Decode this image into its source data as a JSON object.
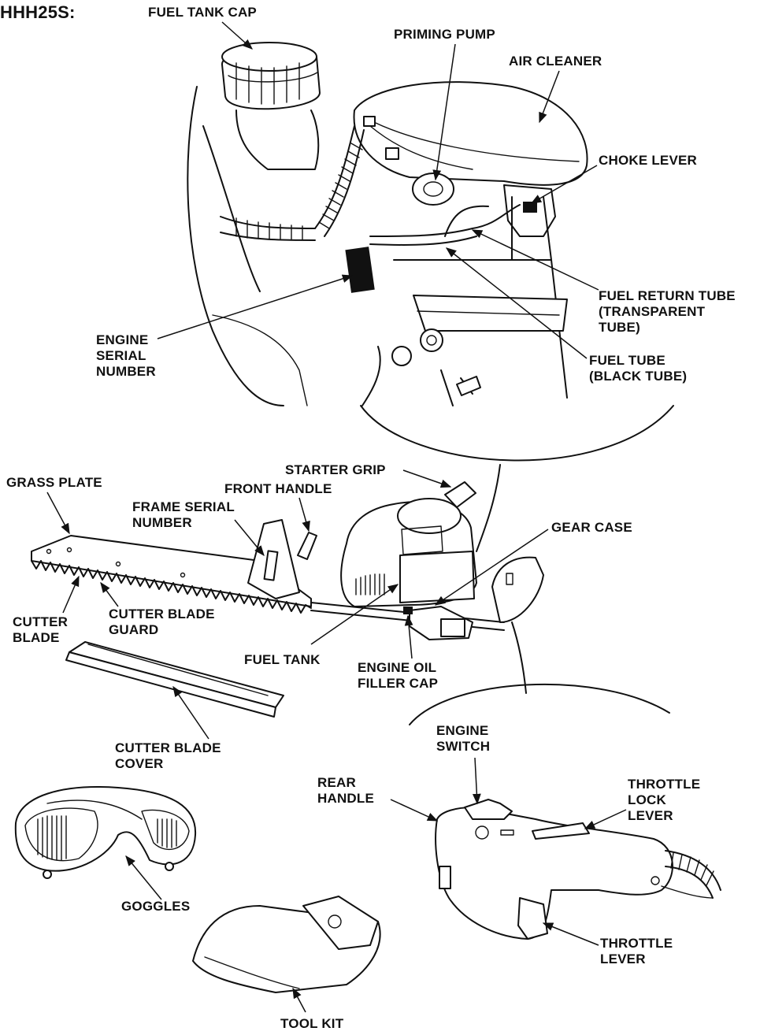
{
  "model": "HHH25S:",
  "labels": {
    "fuel_tank_cap": "FUEL TANK CAP",
    "priming_pump": "PRIMING PUMP",
    "air_cleaner": "AIR CLEANER",
    "choke_lever": "CHOKE LEVER",
    "fuel_return_tube": "FUEL RETURN TUBE\n(TRANSPARENT\nTUBE)",
    "engine_serial_number": "ENGINE\nSERIAL\nNUMBER",
    "fuel_tube": "FUEL TUBE\n(BLACK TUBE)",
    "starter_grip": "STARTER GRIP",
    "grass_plate": "GRASS PLATE",
    "front_handle": "FRONT HANDLE",
    "frame_serial_number": "FRAME SERIAL\nNUMBER",
    "gear_case": "GEAR CASE",
    "cutter_blade": "CUTTER\nBLADE",
    "cutter_blade_guard": "CUTTER BLADE\nGUARD",
    "fuel_tank": "FUEL TANK",
    "engine_oil_filler_cap": "ENGINE OIL\nFILLER CAP",
    "cutter_blade_cover": "CUTTER BLADE\nCOVER",
    "engine_switch": "ENGINE\nSWITCH",
    "rear_handle": "REAR\nHANDLE",
    "throttle_lock_lever": "THROTTLE\nLOCK\nLEVER",
    "goggles": "GOGGLES",
    "throttle_lever": "THROTTLE\nLEVER",
    "tool_kit": "TOOL KIT"
  }
}
